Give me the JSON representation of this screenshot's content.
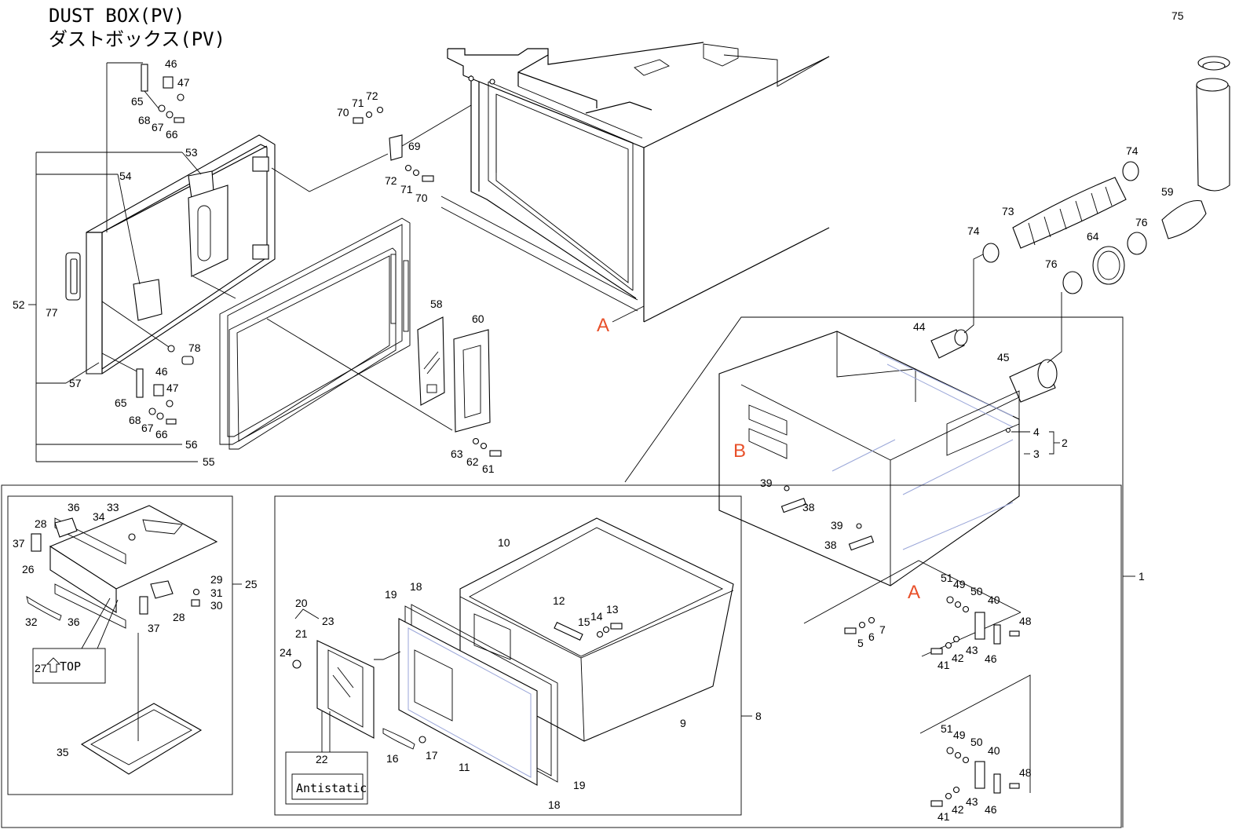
{
  "title": {
    "line1": "DUST BOX(PV)",
    "line2": "ダストボックス(PV)"
  },
  "callouts": {
    "top_tag": "TOP",
    "antistatic": "Antistatic",
    "view_a": "A",
    "view_b": "B"
  },
  "part_labels": [
    "46",
    "47",
    "65",
    "68",
    "67",
    "66",
    "53",
    "54",
    "52",
    "77",
    "78",
    "57",
    "56",
    "55",
    "70",
    "71",
    "72",
    "69",
    "58",
    "60",
    "63",
    "62",
    "61",
    "75",
    "74",
    "73",
    "59",
    "76",
    "64",
    "44",
    "45",
    "4",
    "2",
    "3",
    "39",
    "38",
    "1",
    "51",
    "49",
    "50",
    "40",
    "48",
    "7",
    "6",
    "5",
    "43",
    "42",
    "41",
    "36",
    "33",
    "34",
    "28",
    "37",
    "26",
    "29",
    "31",
    "30",
    "25",
    "32",
    "27",
    "35",
    "10",
    "12",
    "14",
    "13",
    "15",
    "20",
    "23",
    "21",
    "24",
    "22",
    "9",
    "8",
    "11",
    "16",
    "17",
    "19",
    "18"
  ]
}
